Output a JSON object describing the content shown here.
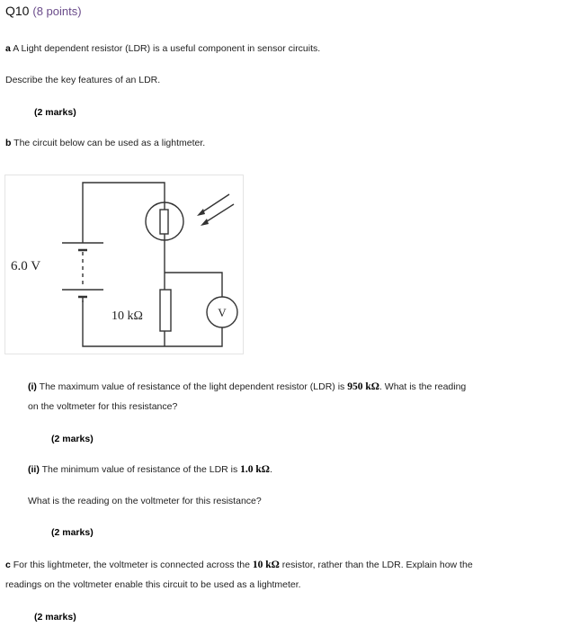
{
  "question": {
    "number": "Q10",
    "points": "(8 points)"
  },
  "part_a": {
    "label": "a",
    "text": "A Light dependent resistor (LDR) is a useful component in sensor circuits.",
    "prompt": "Describe the key features of an LDR.",
    "marks": "(2 marks)"
  },
  "part_b": {
    "label": "b",
    "text": "The circuit below can be used as a lightmeter.",
    "circuit": {
      "battery_label": "6.0 V",
      "resistor_label": "10 kΩ",
      "meter_label": "V"
    },
    "sub_i": {
      "label": "(i)",
      "text_1": "The maximum value of resistance of the light dependent resistor (LDR) is",
      "value": "950 kΩ",
      "text_2": ". What is the reading",
      "text_3": "on the voltmeter for this resistance?",
      "marks": "(2 marks)"
    },
    "sub_ii": {
      "label": "(ii)",
      "text_1": "The minimum value of resistance of the LDR is",
      "value": "1.0 kΩ",
      "text_2": ".",
      "text_3": "What is the reading on the voltmeter for this resistance?",
      "marks": "(2 marks)"
    }
  },
  "part_c": {
    "label": "c",
    "text_1": "For this lightmeter, the voltmeter is connected across the",
    "value": "10 kΩ",
    "text_2": "resistor, rather than the LDR. Explain how the",
    "text_3": "readings on the voltmeter enable this circuit to be used as a lightmeter.",
    "marks": "(2 marks)"
  }
}
